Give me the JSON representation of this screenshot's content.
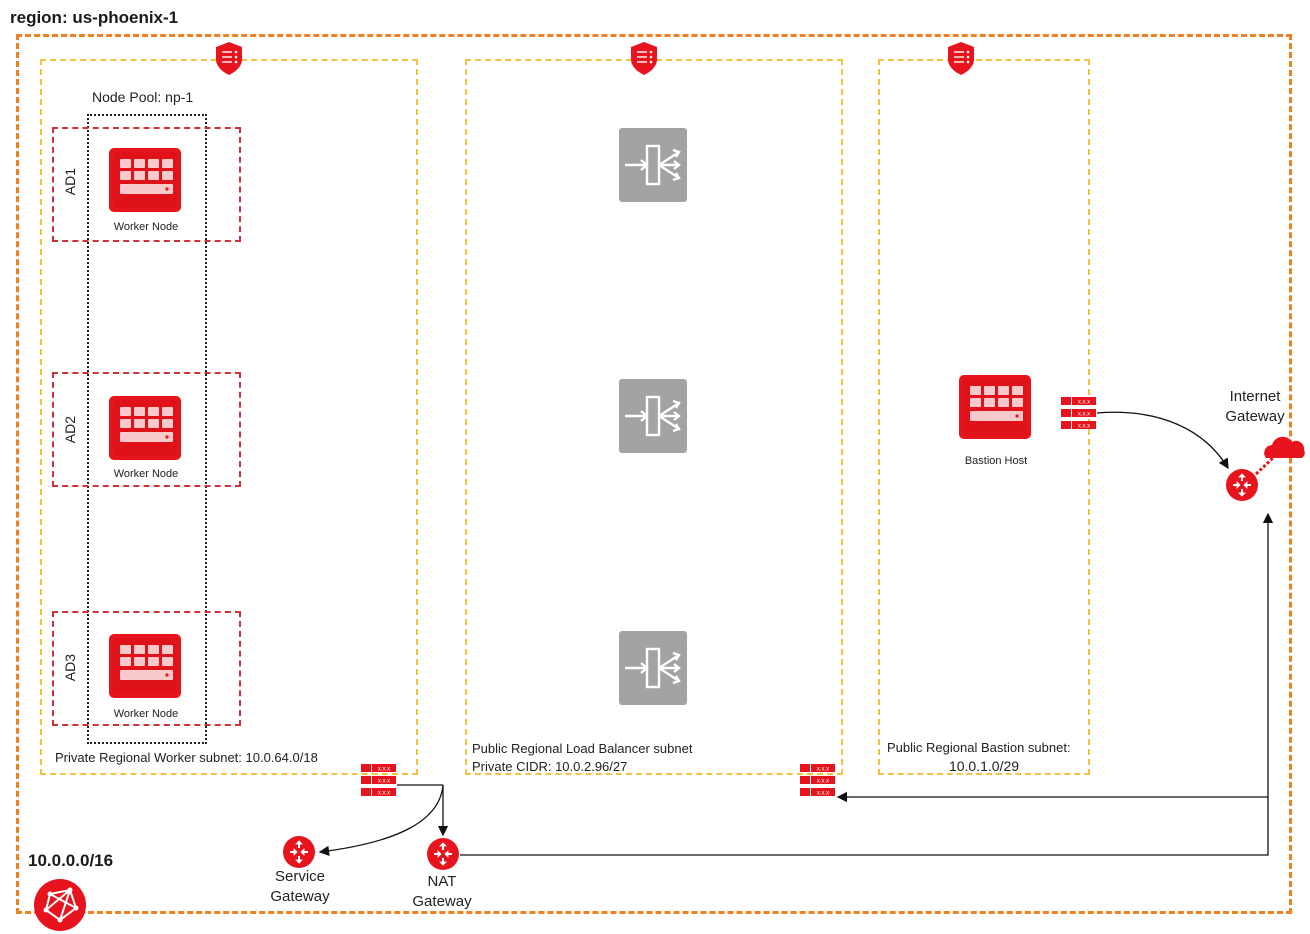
{
  "region": {
    "title": "region: us-phoenix-1"
  },
  "vcn": {
    "cidr": "10.0.0.0/16"
  },
  "worker_subnet": {
    "label": "Private Regional Worker subnet: 10.0.64.0/18",
    "node_pool": "Node Pool: np-1",
    "ads": [
      {
        "ad": "AD1",
        "node": "Worker Node"
      },
      {
        "ad": "AD2",
        "node": "Worker Node"
      },
      {
        "ad": "AD3",
        "node": "Worker Node"
      }
    ]
  },
  "lb_subnet": {
    "label_line1": "Public Regional Load Balancer subnet",
    "label_line2": "Private CIDR: 10.0.2.96/27"
  },
  "bastion_subnet": {
    "label_line1": "Public Regional Bastion subnet:",
    "label_line2": "10.0.1.0/29",
    "host": "Bastion Host"
  },
  "gateways": {
    "internet": [
      "Internet",
      "Gateway"
    ],
    "service": [
      "Service",
      "Gateway"
    ],
    "nat": [
      "NAT",
      "Gateway"
    ]
  },
  "route_table_text": "x.x.x",
  "colors": {
    "accent_red": "#e8141d",
    "vcn_border": "#f08020",
    "subnet_border": "#f5c242",
    "ad_border": "#d03038",
    "lb_gray": "#a3a3a3"
  }
}
